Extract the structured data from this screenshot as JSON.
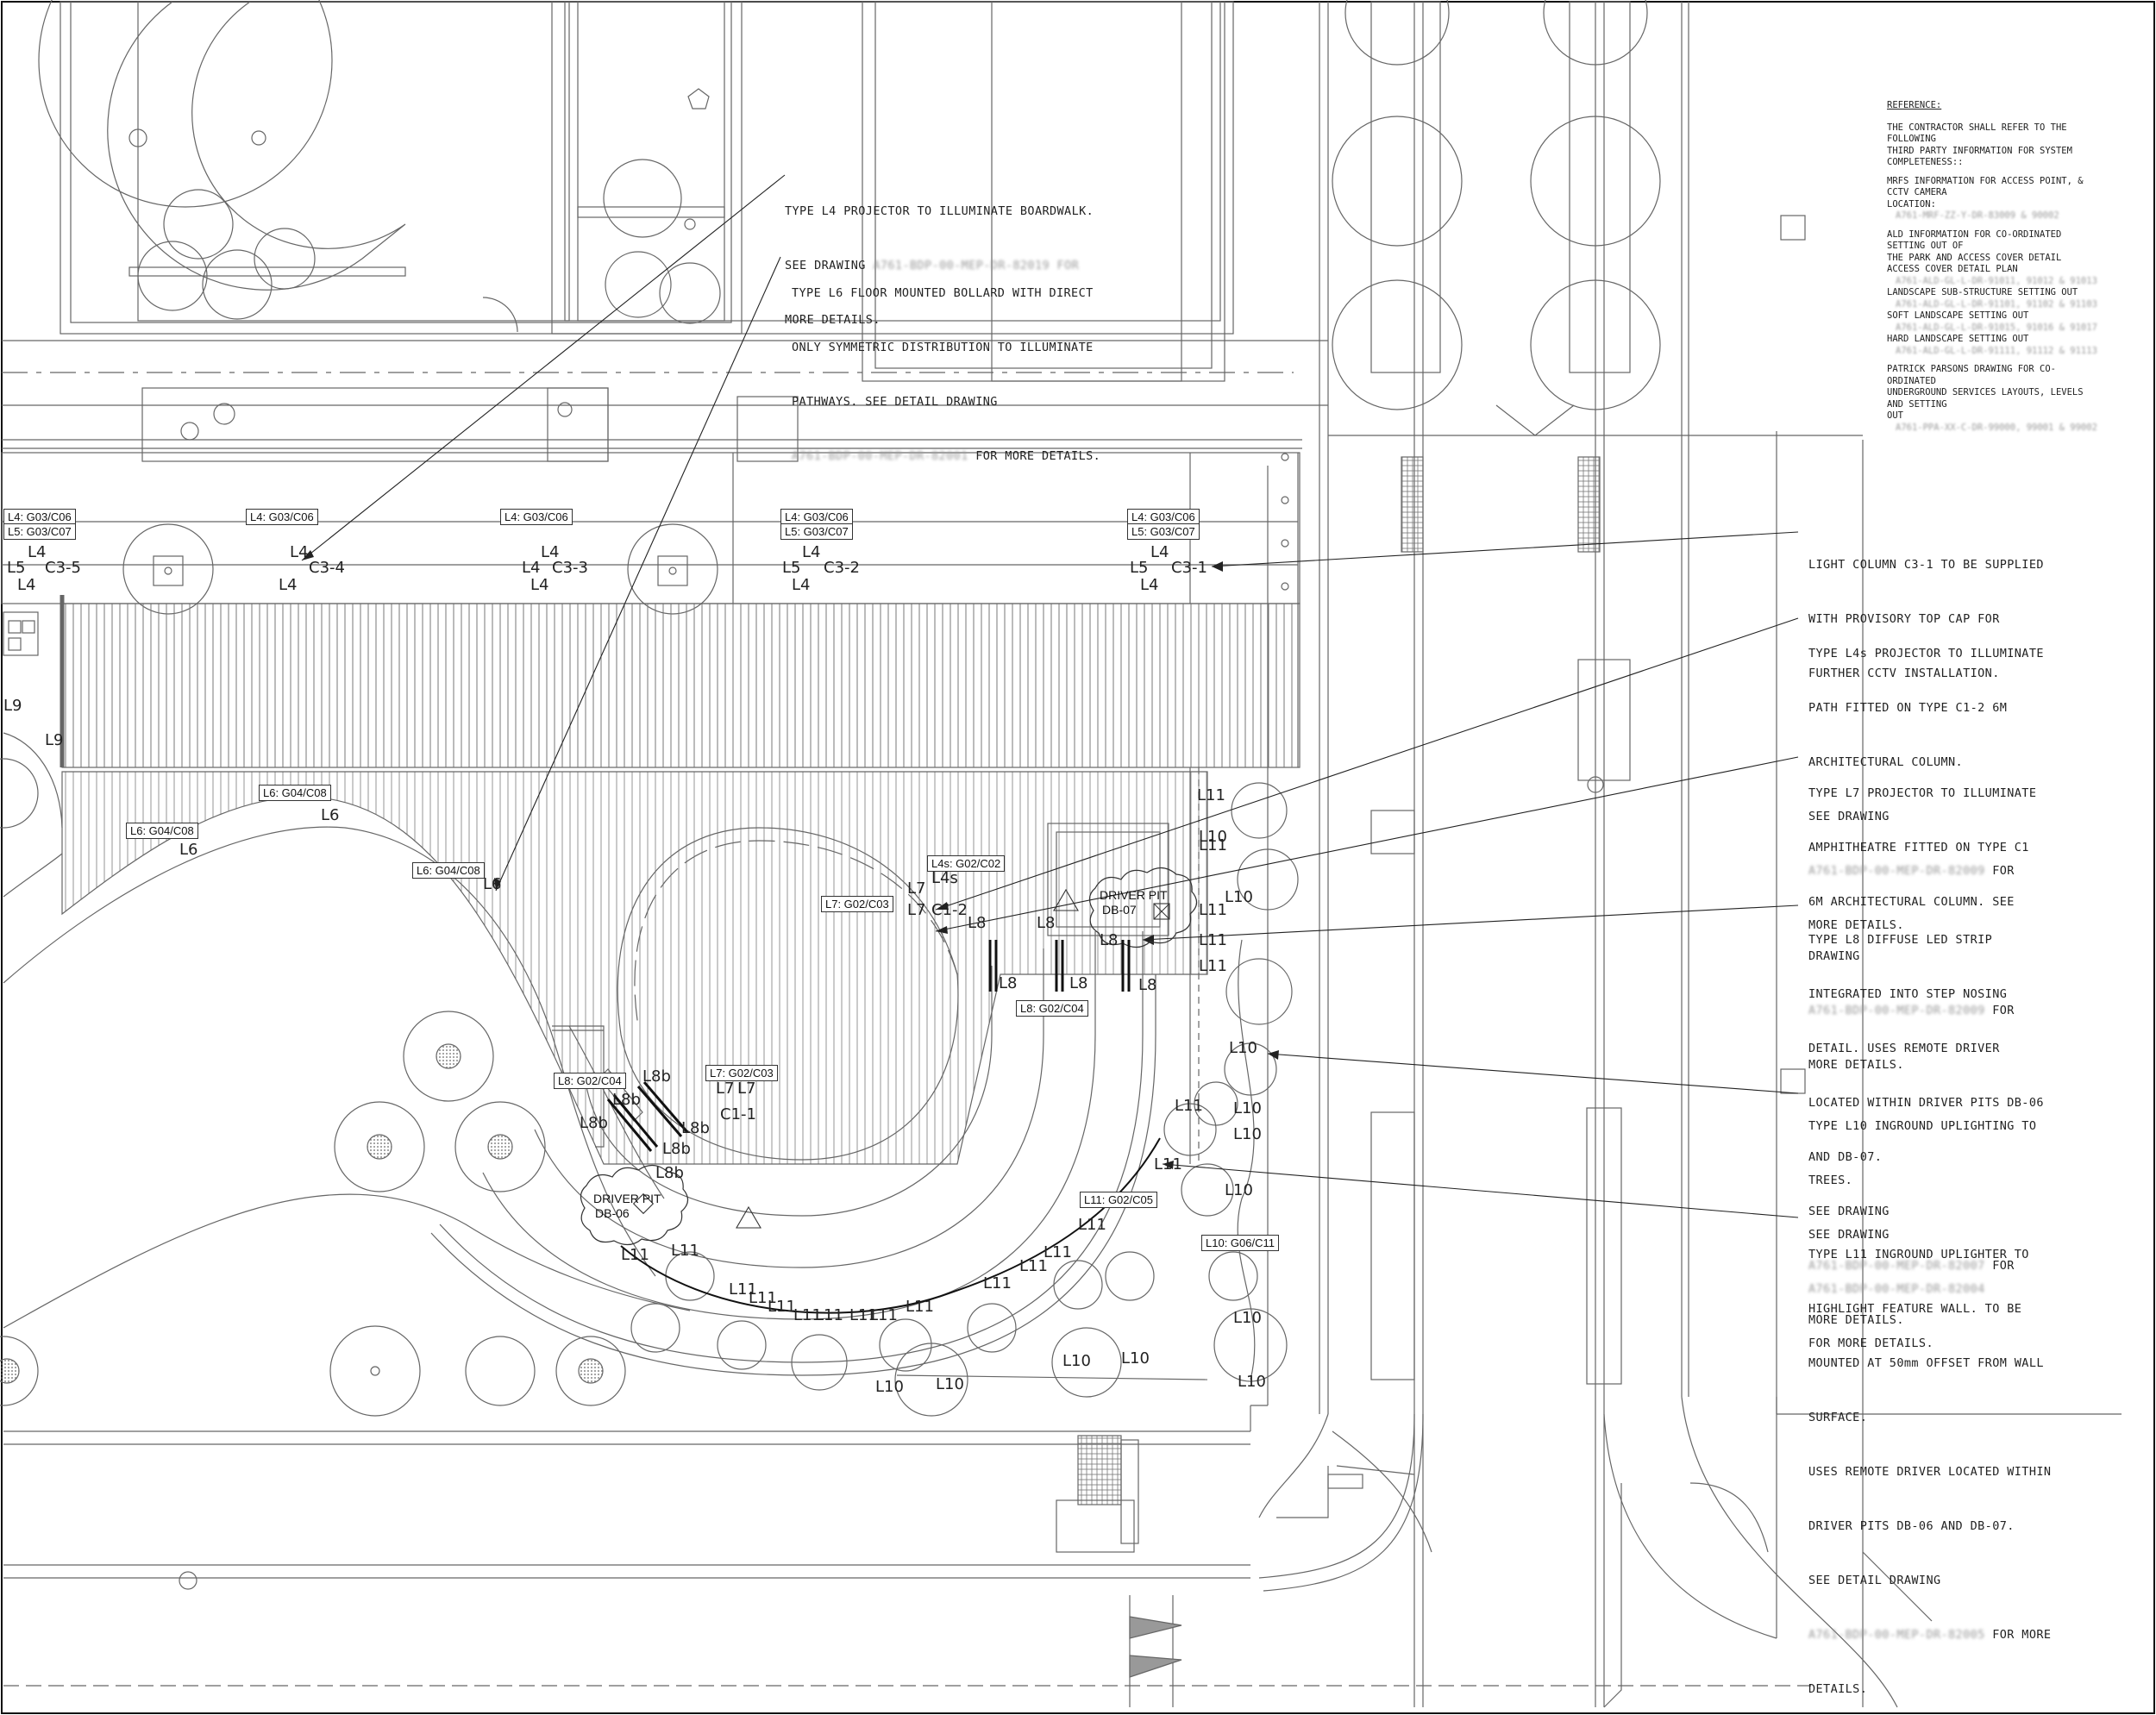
{
  "notes": {
    "l4": {
      "lines": [
        "TYPE L4 PROJECTOR TO ILLUMINATE BOARDWALK.",
        "SEE DRAWING"
      ],
      "redacted": "A761-BDP-00-MEP-DR-82019 FOR",
      "tail": "MORE DETAILS."
    },
    "l6": {
      "lines": [
        "TYPE L6 FLOOR MOUNTED BOLLARD WITH DIRECT",
        "ONLY SYMMETRIC DISTRIBUTION TO ILLUMINATE",
        "PATHWAYS. SEE DETAIL DRAWING"
      ],
      "redacted": "A761-BDP-00-MEP-DR-82001",
      "tail": " FOR MORE DETAILS."
    },
    "c31": {
      "lines": [
        "LIGHT COLUMN C3-1 TO BE SUPPLIED",
        "WITH PROVISORY TOP CAP FOR",
        "FURTHER CCTV INSTALLATION."
      ]
    },
    "l4s": {
      "lines": [
        "TYPE L4s PROJECTOR TO ILLUMINATE",
        "PATH FITTED ON TYPE C1-2 6M",
        "ARCHITECTURAL COLUMN.",
        "SEE DRAWING"
      ],
      "redacted": "A761-BDP-00-MEP-DR-82009",
      "tail": " FOR",
      "after": [
        "MORE DETAILS."
      ]
    },
    "l7": {
      "lines": [
        "TYPE L7 PROJECTOR TO ILLUMINATE",
        "AMPHITHEATRE FITTED ON TYPE C1",
        "6M ARCHITECTURAL COLUMN. SEE",
        "DRAWING"
      ],
      "redacted": "A761-BDP-00-MEP-DR-82009",
      "tail": " FOR",
      "after": [
        "MORE DETAILS."
      ]
    },
    "l8": {
      "lines": [
        "TYPE L8 DIFFUSE LED STRIP",
        "INTEGRATED INTO STEP NOSING",
        "DETAIL. USES REMOTE DRIVER",
        "LOCATED WITHIN DRIVER PITS DB-06",
        "AND DB-07.",
        "SEE DRAWING"
      ],
      "redacted": "A761-BDP-00-MEP-DR-82007",
      "tail": " FOR",
      "after": [
        "MORE DETAILS."
      ]
    },
    "l10": {
      "lines": [
        "TYPE L10 INGROUND UPLIGHTING TO",
        "TREES.",
        "SEE DRAWING"
      ],
      "redacted": "A761-BDP-00-MEP-DR-82004",
      "tail": "",
      "after": [
        "FOR MORE DETAILS."
      ]
    },
    "l11": {
      "lines": [
        "TYPE L11 INGROUND UPLIGHTER TO",
        "HIGHLIGHT FEATURE WALL. TO BE",
        "MOUNTED AT 50mm OFFSET FROM WALL",
        "SURFACE.",
        "USES REMOTE DRIVER LOCATED WITHIN",
        "DRIVER PITS DB-06 AND DB-07.",
        "SEE DETAIL DRAWING"
      ],
      "redacted": "A761-BDP-00-MEP-DR-82005",
      "tail": " FOR MORE",
      "after": [
        "DETAILS."
      ]
    }
  },
  "reference": {
    "heading": "REFERENCE:",
    "intro": [
      "THE CONTRACTOR SHALL REFER TO THE FOLLOWING",
      "THIRD PARTY INFORMATION FOR SYSTEM COMPLETENESS::"
    ],
    "items": [
      {
        "text": [
          "MRFS INFORMATION FOR ACCESS POINT, & CCTV CAMERA",
          "LOCATION:"
        ],
        "sub": [
          "A761-MRF-ZZ-Y-DR-83009 & 90002"
        ]
      },
      {
        "text": [
          "ALD INFORMATION FOR CO-ORDINATED SETTING OUT OF",
          "THE PARK AND ACCESS COVER DETAIL",
          "ACCESS COVER DETAIL PLAN"
        ],
        "sub": [
          "A761-ALD-GL-L-DR-91011, 91012 & 91013"
        ]
      },
      {
        "text": [
          "LANDSCAPE SUB-STRUCTURE SETTING OUT"
        ],
        "sub": [
          "A761-ALD-GL-L-DR-91101, 91102 & 91103"
        ]
      },
      {
        "text": [
          "SOFT LANDSCAPE SETTING OUT"
        ],
        "sub": [
          "A761-ALD-GL-L-DR-91015, 91016 & 91017"
        ]
      },
      {
        "text": [
          "HARD LANDSCAPE SETTING OUT"
        ],
        "sub": [
          "A761-ALD-GL-L-DR-91111, 91112 & 91113"
        ]
      },
      {
        "text": [
          "PATRICK PARSONS DRAWING FOR CO-ORDINATED",
          "UNDERGROUND SERVICES LAYOUTS, LEVELS AND SETTING",
          "OUT"
        ],
        "sub": [
          "A761-PPA-XX-C-DR-99000, 99001 & 99002"
        ]
      }
    ]
  },
  "tags": {
    "t1a": "L4: G03/C06",
    "t1b": "L5: G03/C07",
    "t2": "L4: G03/C06",
    "t3": "L4: G03/C06",
    "t4a": "L4: G03/C06",
    "t4b": "L5: G03/C07",
    "t5a": "L4: G03/C06",
    "t5b": "L5: G03/C07",
    "t6": "L6: G04/C08",
    "t7": "L6: G04/C08",
    "t8": "L6: G04/C08",
    "t9": "L4s: G02/C02",
    "t10": "L7: G02/C03",
    "t11": "L8: G02/C04",
    "t12": "L7: G02/C03",
    "t13": "L8: G02/C04",
    "t14": "L11: G02/C05",
    "t15": "L10: G06/C11"
  },
  "column_labels": {
    "c35": "C3-5",
    "c34": "C3-4",
    "c33": "C3-3",
    "c32": "C3-2",
    "c31": "C3-1",
    "c12": "C1-2",
    "c11": "C1-1"
  },
  "fixture_marks": {
    "l4": "L4",
    "l5": "L5",
    "l4s": "L4s",
    "l6": "L6",
    "l7": "L7",
    "l8": "L8",
    "l8b": "L8b",
    "l9": "L9",
    "l10": "L10",
    "l11": "L11"
  },
  "driver_pits": {
    "db07": [
      "DRIVER PIT",
      "DB-07"
    ],
    "db06": [
      "DRIVER PIT",
      "DB-06"
    ]
  },
  "colors": {
    "linework": "#555555",
    "text": "#222222",
    "redacted": "#9a9a9a"
  }
}
